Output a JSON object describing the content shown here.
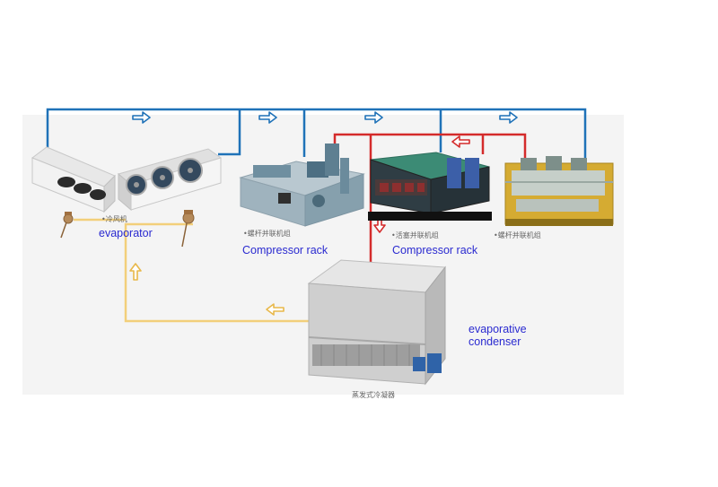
{
  "colors": {
    "suction_line": "#1f72b8",
    "discharge_line": "#d42b2b",
    "liquid_line": "#f2cf7a",
    "label_text": "#2a2ad0",
    "caption_text": "#666666",
    "panel_background": "#f4f4f4"
  },
  "labels": {
    "cooler_caption": "•冷风机",
    "evaporator": "evaporator",
    "screw_rack_caption_1": "•螺杆并联机组",
    "compressor_rack_1": "Compressor rack",
    "piston_rack_caption": "•活塞并联机组",
    "compressor_rack_2": "Compressor rack",
    "screw_rack_caption_2": "•螺杆并联机组",
    "evaporative_condenser": "evaporative\ncondenser",
    "condenser_caption": "蒸发式冷凝器"
  },
  "icons": {
    "suction_flow": "arrow-right-outline-icon",
    "discharge_flow": "arrow-left-outline-icon",
    "down_flow": "arrow-down-outline-icon",
    "liquid_flow_up": "arrow-up-outline-icon",
    "liquid_flow_left": "arrow-left-outline-icon"
  }
}
